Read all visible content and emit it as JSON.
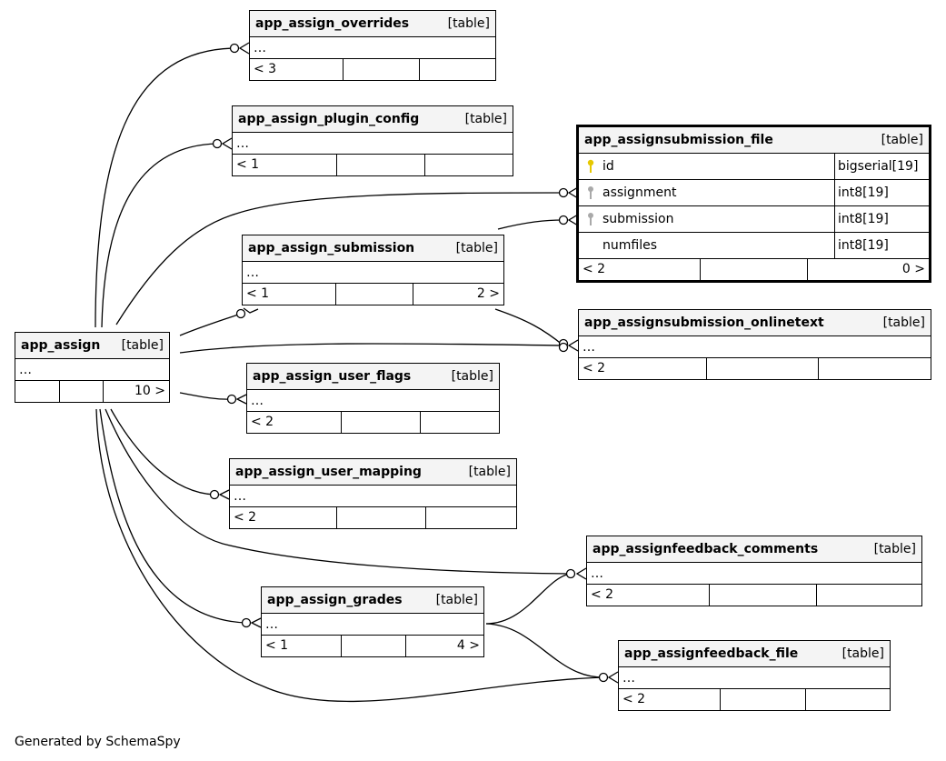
{
  "credit": "Generated by SchemaSpy",
  "table_tag": "[table]",
  "tables": {
    "overrides": {
      "name": "app_assign_overrides",
      "rows": [
        "…"
      ],
      "foot": [
        "< 3",
        "",
        ""
      ]
    },
    "plugin": {
      "name": "app_assign_plugin_config",
      "rows": [
        "…"
      ],
      "foot": [
        "< 1",
        "",
        ""
      ]
    },
    "submission": {
      "name": "app_assign_submission",
      "rows": [
        "…"
      ],
      "foot": [
        "< 1",
        "",
        "2 >"
      ]
    },
    "assign": {
      "name": "app_assign",
      "rows": [
        "…"
      ],
      "foot": [
        "",
        "",
        "10 >"
      ]
    },
    "userflags": {
      "name": "app_assign_user_flags",
      "rows": [
        "…"
      ],
      "foot": [
        "< 2",
        "",
        ""
      ]
    },
    "mapping": {
      "name": "app_assign_user_mapping",
      "rows": [
        "…"
      ],
      "foot": [
        "< 2",
        "",
        ""
      ]
    },
    "grades": {
      "name": "app_assign_grades",
      "rows": [
        "…"
      ],
      "foot": [
        "< 1",
        "",
        "4 >"
      ]
    },
    "onlinetext": {
      "name": "app_assignsubmission_onlinetext",
      "rows": [
        "…"
      ],
      "foot": [
        "< 2",
        "",
        ""
      ]
    },
    "fbcomments": {
      "name": "app_assignfeedback_comments",
      "rows": [
        "…"
      ],
      "foot": [
        "< 2",
        "",
        ""
      ]
    },
    "fbfile": {
      "name": "app_assignfeedback_file",
      "rows": [
        "…"
      ],
      "foot": [
        "< 2",
        "",
        ""
      ]
    },
    "subfile": {
      "name": "app_assignsubmission_file",
      "columns": [
        {
          "name": "id",
          "type": "bigserial[19]",
          "key": "primary"
        },
        {
          "name": "assignment",
          "type": "int8[19]",
          "key": "foreign"
        },
        {
          "name": "submission",
          "type": "int8[19]",
          "key": "foreign"
        },
        {
          "name": "numfiles",
          "type": "int8[19]",
          "key": "none"
        }
      ],
      "foot": [
        "< 2",
        "",
        "0 >"
      ]
    }
  },
  "colors": {
    "header_bg": "#f4f4f4",
    "primary_key": "#e6c800",
    "foreign_key": "#a9a9a9"
  }
}
